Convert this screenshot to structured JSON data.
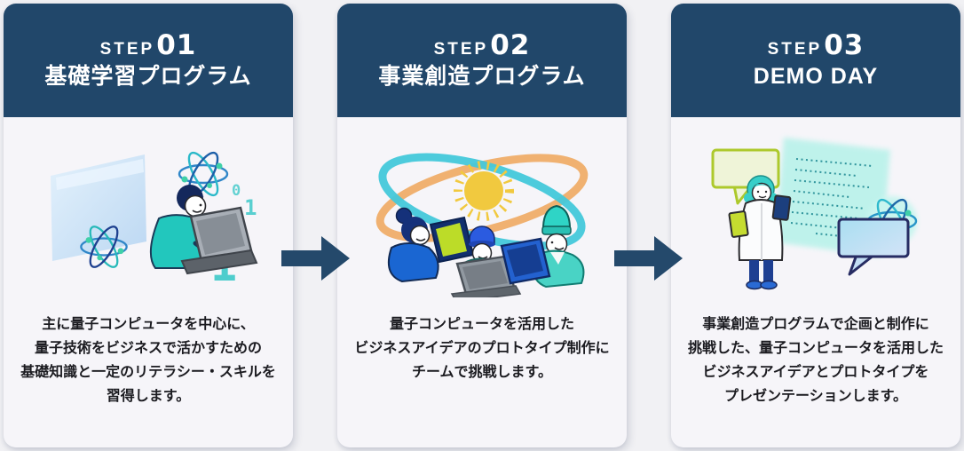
{
  "colors": {
    "page_bg": "#f1f1f4",
    "card_bg": "#f6f5f9",
    "header_navy": "#21476a",
    "arrow_navy": "#24496b",
    "body_text": "#1b1b20",
    "teal_accent": "#2cc8bd",
    "green_accent": "#bcdc28",
    "yellow_accent": "#f1c93f",
    "orange_accent": "#f0aa62",
    "blue_accent": "#1a66d2"
  },
  "icons": {
    "flow_arrow": "right-arrow-icon",
    "step1_illustration": "person-laptop-atoms-binary",
    "step2_illustration": "team-laptops-orbits-sun",
    "step3_illustration": "presenter-screen-speech-bubbles"
  },
  "steps": [
    {
      "step_label": "STEP",
      "step_number": "01",
      "title": "基礎学習プログラム",
      "description_lines": [
        "主に量子コンピュータを中心に、",
        "量子技術をビジネスで活かすための",
        "基礎知識と一定のリテラシー・スキルを",
        "習得します。"
      ]
    },
    {
      "step_label": "STEP",
      "step_number": "02",
      "title": "事業創造プログラム",
      "description_lines": [
        "量子コンピュータを活用した",
        "ビジネスアイデアのプロトタイプ制作に",
        "チームで挑戦します。"
      ]
    },
    {
      "step_label": "STEP",
      "step_number": "03",
      "title": "DEMO DAY",
      "description_lines": [
        "事業創造プログラムで企画と制作に",
        "挑戦した、量子コンピュータを活用した",
        "ビジネスアイデアとプロトタイプを",
        "プレゼンテーションします。"
      ]
    }
  ]
}
